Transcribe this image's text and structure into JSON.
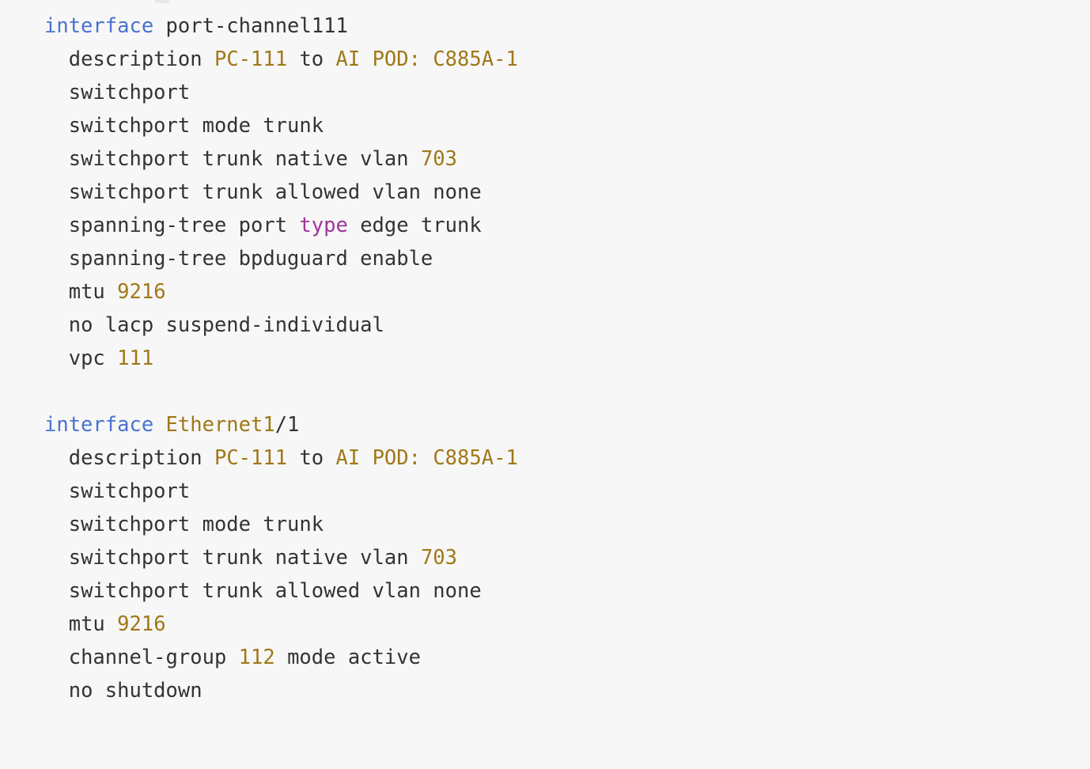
{
  "document": {
    "type": "network-device-configuration",
    "language": "cisco-nx-os",
    "background_color": "#f7f7f7",
    "colors": {
      "keyword": "#4a72d0",
      "value": "#a07818",
      "type": "#a0349a",
      "plain": "#333333"
    }
  },
  "lines": [
    {
      "id": 0,
      "indent": 0,
      "text": "interface port-channel111",
      "tokens": [
        {
          "text": "interface",
          "kind": "keyword"
        },
        {
          "text": " ",
          "kind": "plain"
        },
        {
          "text": "port-channel111",
          "kind": "plain"
        }
      ]
    },
    {
      "id": 1,
      "indent": 2,
      "text": "  description PC-111 to AI POD: C885A-1",
      "tokens": [
        {
          "text": "  ",
          "kind": "plain"
        },
        {
          "text": "description",
          "kind": "plain"
        },
        {
          "text": " ",
          "kind": "plain"
        },
        {
          "text": "PC-111",
          "kind": "value"
        },
        {
          "text": " to ",
          "kind": "plain"
        },
        {
          "text": "AI POD: C885A-1",
          "kind": "value"
        }
      ]
    },
    {
      "id": 2,
      "indent": 2,
      "text": "  switchport",
      "tokens": [
        {
          "text": "  ",
          "kind": "plain"
        },
        {
          "text": "switchport",
          "kind": "plain"
        }
      ]
    },
    {
      "id": 3,
      "indent": 2,
      "text": "  switchport mode trunk",
      "tokens": [
        {
          "text": "  ",
          "kind": "plain"
        },
        {
          "text": "switchport mode trunk",
          "kind": "plain"
        }
      ]
    },
    {
      "id": 4,
      "indent": 2,
      "text": "  switchport trunk native vlan 703",
      "tokens": [
        {
          "text": "  ",
          "kind": "plain"
        },
        {
          "text": "switchport trunk native vlan ",
          "kind": "plain"
        },
        {
          "text": "703",
          "kind": "value"
        }
      ]
    },
    {
      "id": 5,
      "indent": 2,
      "text": "  switchport trunk allowed vlan none",
      "tokens": [
        {
          "text": "  ",
          "kind": "plain"
        },
        {
          "text": "switchport trunk allowed vlan none",
          "kind": "plain"
        }
      ]
    },
    {
      "id": 6,
      "indent": 2,
      "text": "  spanning-tree port type edge trunk",
      "tokens": [
        {
          "text": "  ",
          "kind": "plain"
        },
        {
          "text": "spanning-tree port ",
          "kind": "plain"
        },
        {
          "text": "type",
          "kind": "type"
        },
        {
          "text": " edge trunk",
          "kind": "plain"
        }
      ]
    },
    {
      "id": 7,
      "indent": 2,
      "text": "  spanning-tree bpduguard enable",
      "tokens": [
        {
          "text": "  ",
          "kind": "plain"
        },
        {
          "text": "spanning-tree bpduguard enable",
          "kind": "plain"
        }
      ]
    },
    {
      "id": 8,
      "indent": 2,
      "text": "  mtu 9216",
      "tokens": [
        {
          "text": "  ",
          "kind": "plain"
        },
        {
          "text": "mtu ",
          "kind": "plain"
        },
        {
          "text": "9216",
          "kind": "value"
        }
      ]
    },
    {
      "id": 9,
      "indent": 2,
      "text": "  no lacp suspend-individual",
      "tokens": [
        {
          "text": "  ",
          "kind": "plain"
        },
        {
          "text": "no lacp suspend-individual",
          "kind": "plain"
        }
      ]
    },
    {
      "id": 10,
      "indent": 2,
      "text": "  vpc 111",
      "tokens": [
        {
          "text": "  ",
          "kind": "plain"
        },
        {
          "text": "vpc ",
          "kind": "plain"
        },
        {
          "text": "111",
          "kind": "value"
        }
      ]
    },
    {
      "id": 11,
      "indent": 0,
      "text": "",
      "tokens": []
    },
    {
      "id": 12,
      "indent": 0,
      "text": "interface Ethernet1/1",
      "tokens": [
        {
          "text": "interface",
          "kind": "keyword"
        },
        {
          "text": " ",
          "kind": "plain"
        },
        {
          "text": "Ethernet1",
          "kind": "value"
        },
        {
          "text": "/1",
          "kind": "plain"
        }
      ]
    },
    {
      "id": 13,
      "indent": 2,
      "text": "  description PC-111 to AI POD: C885A-1",
      "tokens": [
        {
          "text": "  ",
          "kind": "plain"
        },
        {
          "text": "description",
          "kind": "plain"
        },
        {
          "text": " ",
          "kind": "plain"
        },
        {
          "text": "PC-111",
          "kind": "value"
        },
        {
          "text": " to ",
          "kind": "plain"
        },
        {
          "text": "AI POD: C885A-1",
          "kind": "value"
        }
      ]
    },
    {
      "id": 14,
      "indent": 2,
      "text": "  switchport",
      "tokens": [
        {
          "text": "  ",
          "kind": "plain"
        },
        {
          "text": "switchport",
          "kind": "plain"
        }
      ]
    },
    {
      "id": 15,
      "indent": 2,
      "text": "  switchport mode trunk",
      "tokens": [
        {
          "text": "  ",
          "kind": "plain"
        },
        {
          "text": "switchport mode trunk",
          "kind": "plain"
        }
      ]
    },
    {
      "id": 16,
      "indent": 2,
      "text": "  switchport trunk native vlan 703",
      "tokens": [
        {
          "text": "  ",
          "kind": "plain"
        },
        {
          "text": "switchport trunk native vlan ",
          "kind": "plain"
        },
        {
          "text": "703",
          "kind": "value"
        }
      ]
    },
    {
      "id": 17,
      "indent": 2,
      "text": "  switchport trunk allowed vlan none",
      "tokens": [
        {
          "text": "  ",
          "kind": "plain"
        },
        {
          "text": "switchport trunk allowed vlan none",
          "kind": "plain"
        }
      ]
    },
    {
      "id": 18,
      "indent": 2,
      "text": "  mtu 9216",
      "tokens": [
        {
          "text": "  ",
          "kind": "plain"
        },
        {
          "text": "mtu ",
          "kind": "plain"
        },
        {
          "text": "9216",
          "kind": "value"
        }
      ]
    },
    {
      "id": 19,
      "indent": 2,
      "text": "  channel-group 112 mode active",
      "tokens": [
        {
          "text": "  ",
          "kind": "plain"
        },
        {
          "text": "channel-group ",
          "kind": "plain"
        },
        {
          "text": "112",
          "kind": "value"
        },
        {
          "text": " mode active",
          "kind": "plain"
        }
      ]
    },
    {
      "id": 20,
      "indent": 2,
      "text": "  no shutdown",
      "tokens": [
        {
          "text": "  ",
          "kind": "plain"
        },
        {
          "text": "no shutdown",
          "kind": "plain"
        }
      ]
    }
  ]
}
